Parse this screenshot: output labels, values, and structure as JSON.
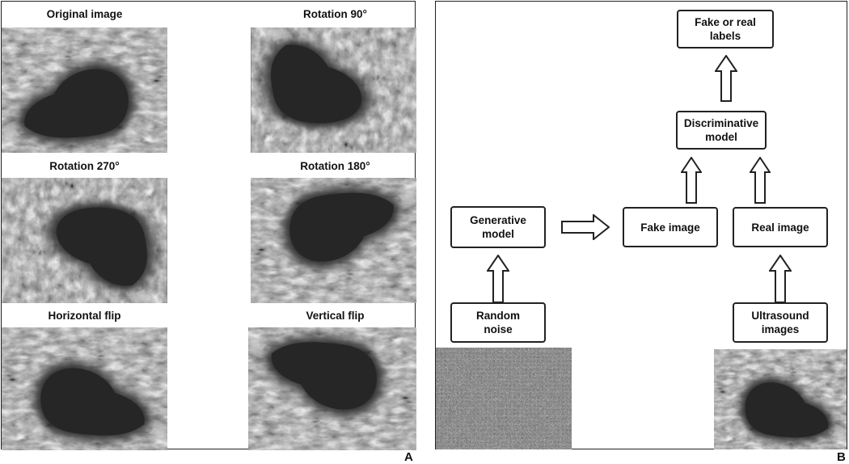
{
  "panel_a": {
    "letter": "A",
    "captions": {
      "original": "Original image",
      "rot90": "Rotation 90°",
      "rot270": "Rotation 270°",
      "rot180": "Rotation 180°",
      "hflip": "Horizontal flip",
      "vflip": "Vertical flip"
    }
  },
  "panel_b": {
    "letter": "B",
    "boxes": {
      "labels": "Fake or real\nlabels",
      "discriminative": "Discriminative\nmodel",
      "generative": "Generative\nmodel",
      "fake": "Fake image",
      "real": "Real image",
      "noise": "Random\nnoise",
      "ultrasound": "Ultrasound\nimages"
    }
  }
}
